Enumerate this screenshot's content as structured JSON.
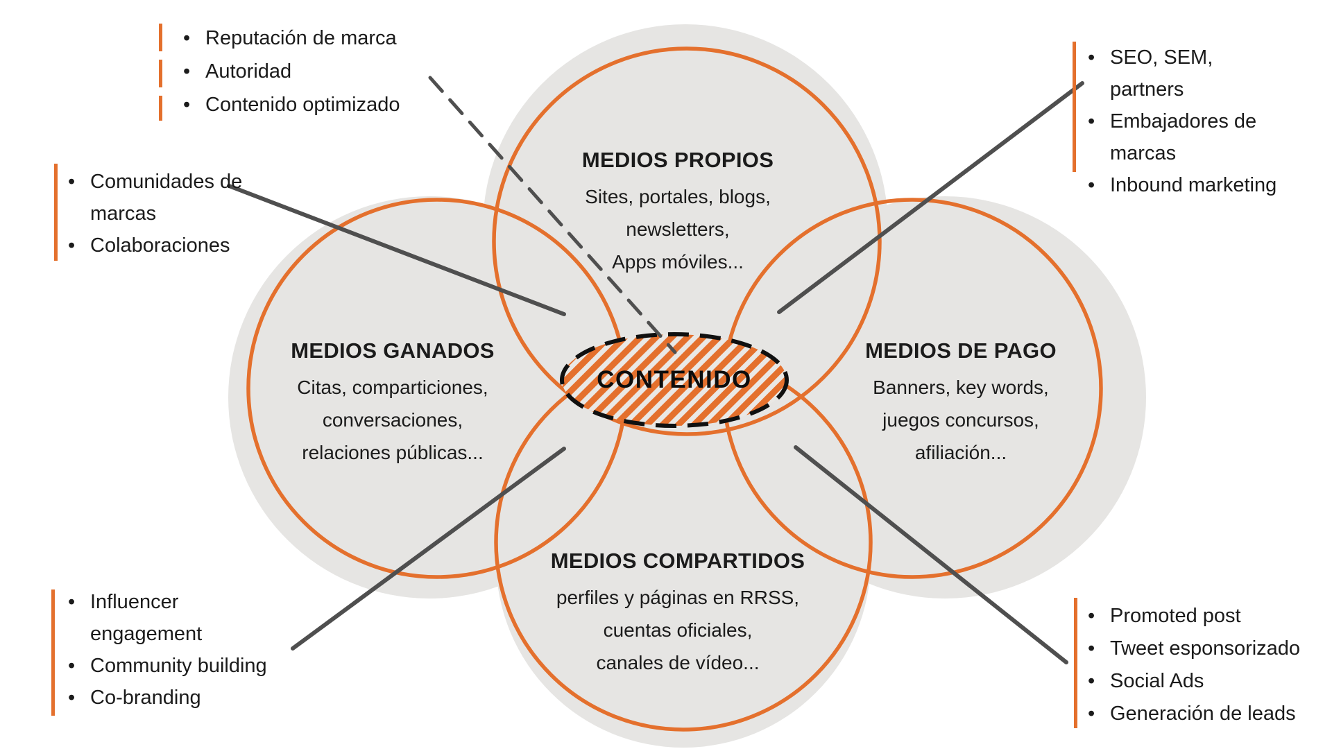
{
  "colors": {
    "orange": "#E4702D",
    "circle_gray": "#E6E5E3",
    "line_gray": "#4F4F4F",
    "ink": "#1B1B1B"
  },
  "center": {
    "label": "CONTENIDO"
  },
  "circles": {
    "top": {
      "title": "MEDIOS PROPIOS",
      "lines": [
        "Sites, portales, blogs,",
        "newsletters,",
        "Apps móviles..."
      ]
    },
    "left": {
      "title": "MEDIOS GANADOS",
      "lines": [
        "Citas, comparticiones,",
        "conversaciones,",
        "relaciones públicas..."
      ]
    },
    "right": {
      "title": "MEDIOS DE PAGO",
      "lines": [
        "Banners, key words,",
        "juegos concursos,",
        "afiliación..."
      ]
    },
    "bottom": {
      "title": "MEDIOS COMPARTIDOS",
      "lines": [
        "perfiles y páginas en RRSS,",
        "cuentas oficiales,",
        "canales de vídeo..."
      ]
    }
  },
  "lists": {
    "top_left": {
      "items": [
        "Reputación de marca",
        "Autoridad",
        "Contenido optimizado"
      ]
    },
    "mid_left": {
      "items": [
        "Comunidades de marcas",
        "Colaboraciones"
      ]
    },
    "bottom_left": {
      "items": [
        "Influencer engagement",
        "Community building",
        "Co-branding"
      ]
    },
    "top_right": {
      "items": [
        "SEO, SEM, partners",
        "Embajadores de marcas",
        "Inbound marketing"
      ]
    },
    "bottom_right": {
      "items": [
        "Promoted post",
        "Tweet esponsorizado",
        "Social Ads",
        "Generación de leads"
      ]
    }
  }
}
